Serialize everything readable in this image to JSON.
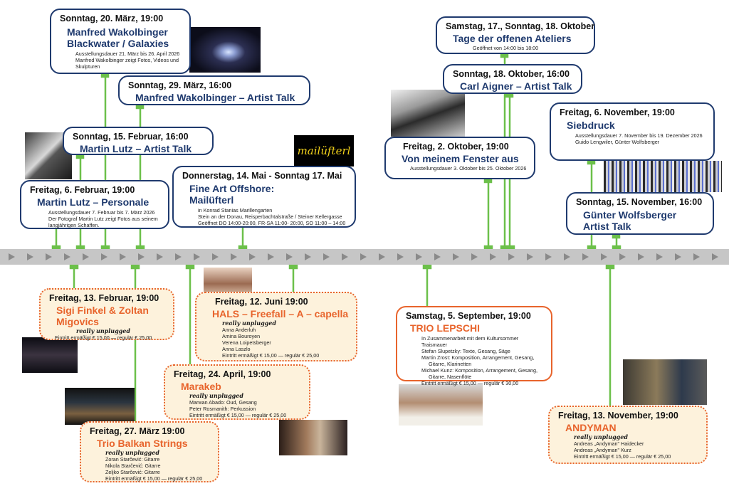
{
  "colors": {
    "navy": "#1f3a6e",
    "orange": "#e8642c",
    "green": "#6cc04a",
    "timeline": "#c6c6c6",
    "cream": "#fdf2dc"
  },
  "events_top": [
    {
      "date": "Sonntag, 20. März, 19:00",
      "title_lines": [
        "Manfred Wakolbinger",
        "Blackwater / Galaxies"
      ],
      "details": [
        "Ausstellungsdauer 21. März bis 26. April 2026",
        "Manfred Wakolbinger zeigt Fotos, Videos und",
        "Skulpturen"
      ]
    },
    {
      "date": "Sonntag, 29. März, 16:00",
      "title_lines": [
        "Manfred Wakolbinger – Artist Talk"
      ],
      "details": []
    },
    {
      "date": "Sonntag, 15. Februar, 16:00",
      "title_lines": [
        "Martin Lutz – Artist Talk"
      ],
      "details": []
    },
    {
      "date": "Freitag, 6. Februar, 19:00",
      "title_lines": [
        "Martin Lutz – Personale"
      ],
      "details": [
        "Ausstellungsdauer 7. Februar bis 7. März 2026",
        "Der Fotograf Martin Lutz zeigt Fotos aus seinem",
        "langjährigen Schaffen."
      ]
    },
    {
      "date": "Donnerstag, 14. Mai - Sonntag 17. Mai",
      "title_lines": [
        "Fine Art Offshore:",
        "Mailüfterl"
      ],
      "details": [
        "in Konrad Stanias Marillengarten",
        "Stein an der Donau, Reisperbachtalstraße / Steiner Kellergasse",
        "Geöffnet DO 14:00-20:00, FR-SA 11:00- 20:00, SO 11:00 – 14:00"
      ]
    },
    {
      "date": "Samstag, 17., Sonntag, 18. Oktober",
      "title_lines": [
        "Tage der offenen Ateliers"
      ],
      "details": [
        "Geöffnet von 14:00 bis 18:00"
      ]
    },
    {
      "date": "Sonntag, 18. Oktober, 16:00",
      "title_lines": [
        "Carl Aigner – Artist Talk"
      ],
      "details": []
    },
    {
      "date": "Freitag, 2. Oktober, 19:00",
      "title_lines": [
        "Von meinem Fenster aus"
      ],
      "details": [
        "Ausstellungsdauer 3. Oktober bis 25. Oktober 2026"
      ]
    },
    {
      "date": "Freitag, 6. November, 19:00",
      "title_lines": [
        "Siebdruck"
      ],
      "details": [
        "Ausstellungsdauer 7. November bis 19. Dezember 2026",
        "Guido Lengwiler, Günter Wolfsberger"
      ]
    },
    {
      "date": "Sonntag, 15. November, 16:00",
      "title_lines": [
        "Günter Wolfsberger",
        "Artist Talk"
      ],
      "details": []
    }
  ],
  "events_bottom": [
    {
      "date": "Freitag, 13. Februar, 19:00",
      "title_lines": [
        "Sigi Finkel & Zoltan",
        "Migovics"
      ],
      "series": "really unplugged",
      "details": [
        "Eintritt ermäßigt € 15,00 — regulär € 25,00"
      ]
    },
    {
      "date": "Freitag, 12. Juni 19:00",
      "title_lines": [
        "HALS – Freefall – A – capella"
      ],
      "series": "really unplugged",
      "details": [
        "Anna Anderluh",
        "Amina Bouroyen",
        "Verena Loipetsberger",
        "Anna Laszlo",
        "Eintritt ermäßigt € 15,00 — regulär € 25,00"
      ]
    },
    {
      "date": "Freitag, 24. April, 19:00",
      "title_lines": [
        "Marakeb"
      ],
      "series": "really unplugged",
      "details": [
        "Marwan Abado: Oud, Gesang",
        "Peter Rosmanith: Perkussion",
        "Eintritt ermäßigt € 15,00 — regulär € 25,00"
      ]
    },
    {
      "date": "Freitag, 27. März 19:00",
      "title_lines": [
        "Trio Balkan Strings"
      ],
      "series": "really unplugged",
      "details": [
        "Zoran Starčević: Gitarre",
        "Nikola Starčević: Gitarre",
        "Zeljko Starčević: Gitarre",
        "Eintritt ermäßigt € 15,00 — regulär € 25,00"
      ]
    },
    {
      "date": "Samstag, 5. September, 19:00",
      "title_lines": [
        "TRIO LEPSCHI"
      ],
      "series": "",
      "details": [
        "In Zusammenarbeit mit dem Kultursommer Traismauer",
        "Stefan Slupetzky: Texte, Gesang, Säge",
        "Martin Zrost: Komposition, Arrangement, Gesang,",
        "     Gitarre, Klarinetten",
        "Michael Kunz: Komposition, Arrangement, Gesang,",
        "     Gitarre, Nasenflöte",
        "Eintritt ermäßigt € 15,00 — regulär € 30,00"
      ]
    },
    {
      "date": "Freitag, 13. November, 19:00",
      "title_lines": [
        "ANDYMAN"
      ],
      "series": "really unplugged",
      "details": [
        "Andreas „Andyman\" Haidecker",
        "Andreas „Andyman\" Kurz",
        "Eintritt ermäßigt € 15,00 — regulär € 25,00"
      ]
    }
  ],
  "images": [
    {
      "icon": "galaxy-photo"
    },
    {
      "icon": "portrait-photo"
    },
    {
      "icon": "mailuefterl-logo",
      "text": "mailüfterl"
    },
    {
      "icon": "window-photo"
    },
    {
      "icon": "siebdruck-photo"
    },
    {
      "icon": "singers-photo"
    },
    {
      "icon": "musicians-photo"
    },
    {
      "icon": "stage-photo"
    },
    {
      "icon": "percussion-photo"
    },
    {
      "icon": "trio-lepschi-photo"
    },
    {
      "icon": "andyman-photo"
    }
  ]
}
